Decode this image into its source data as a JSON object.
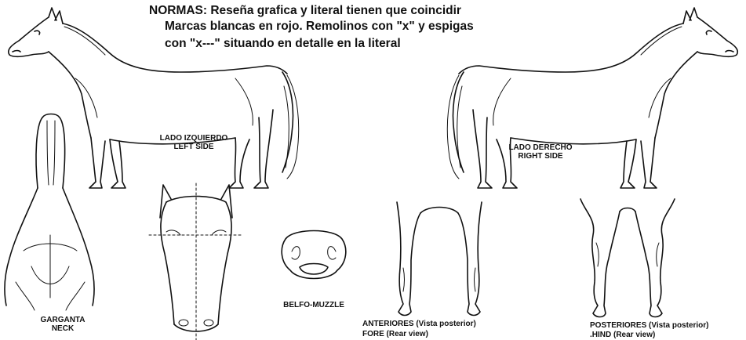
{
  "header": {
    "line1": "NORMAS: Reseña grafica y literal tienen que coincidir",
    "line2": "Marcas blancas en rojo. Remolinos con \"x\" y espigas",
    "line3": "con \"x---\" situando en detalle en la literal"
  },
  "labels": {
    "left_side_es": "LADO IZQUIERDO",
    "left_side_en": "LEFT SIDE",
    "right_side_es": "LADO DERECHO",
    "right_side_en": "RIGHT SIDE",
    "neck_es": "GARGANTA",
    "neck_en": "NECK",
    "muzzle": "BELFO-MUZZLE",
    "fore_es": "ANTERIORES (Vista posterior)",
    "fore_en": "FORE (Rear view)",
    "hind_es": "POSTERIORES (Vista posterior)",
    "hind_en": ".HIND (Rear view)"
  },
  "colors": {
    "ink": "#111111",
    "background": "#ffffff"
  }
}
